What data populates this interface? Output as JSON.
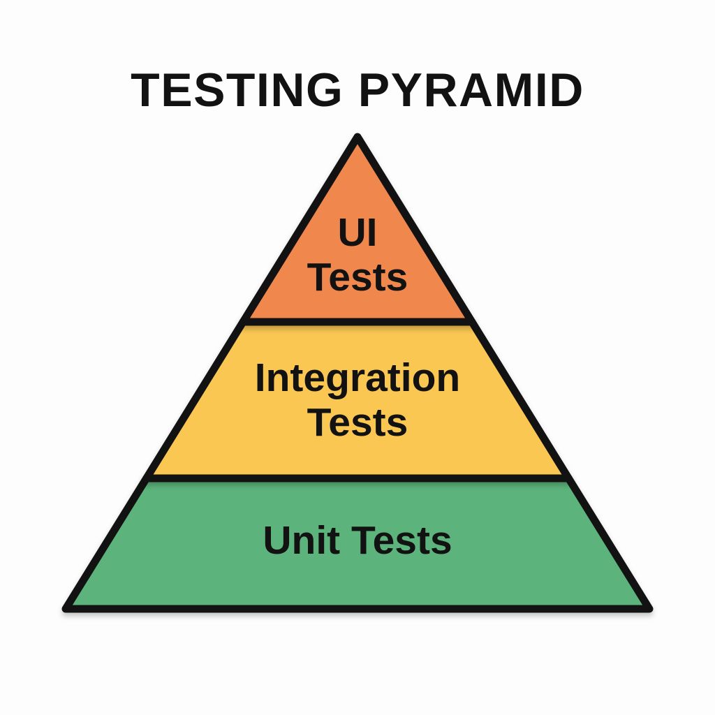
{
  "title": "TESTING PYRAMID",
  "colors": {
    "background": "#FDFDFD",
    "outline": "#121212",
    "text": "#121212",
    "ui_layer": "#F0884E",
    "integration_layer": "#FAC752",
    "unit_layer": "#5CB47C"
  },
  "pyramid": {
    "layers": [
      {
        "id": "ui-tests",
        "position": "top",
        "label": "UI Tests",
        "line1": "UI",
        "line2": "Tests",
        "color": "#F0884E"
      },
      {
        "id": "integration-tests",
        "position": "middle",
        "label": "Integration Tests",
        "line1": "Integration",
        "line2": "Tests",
        "color": "#FAC752"
      },
      {
        "id": "unit-tests",
        "position": "bottom",
        "label": "Unit Tests",
        "line1": "Unit Tests",
        "color": "#5CB47C"
      }
    ]
  }
}
